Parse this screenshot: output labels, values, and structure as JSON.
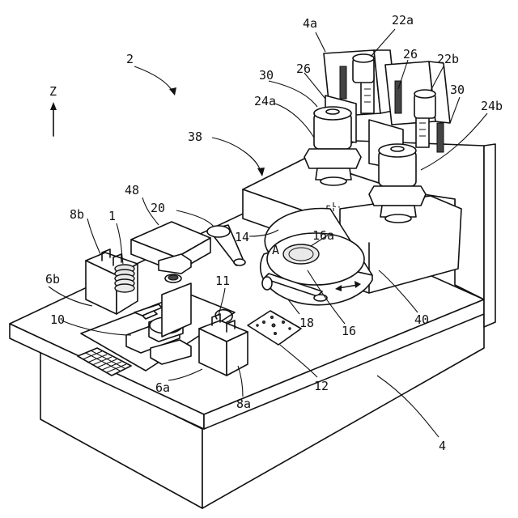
{
  "figure": {
    "labels": {
      "l2": "2",
      "l4": "4",
      "l4a": "4a",
      "l22a": "22a",
      "l26a": "26",
      "l26b": "26",
      "l22b": "22b",
      "l30a": "30",
      "l30b": "30",
      "l24a": "24a",
      "l24b": "24b",
      "l38": "38",
      "l48": "48",
      "l20": "20",
      "l8b": "8b",
      "l1": "1",
      "l14": "14",
      "l16a": "16a",
      "lA": "A",
      "l6b": "6b",
      "l11": "11",
      "l10": "10",
      "l18": "18",
      "l16": "16",
      "l40": "40",
      "l6a": "6a",
      "l12": "12",
      "l8a": "8a"
    },
    "axis": {
      "label": "Z"
    }
  }
}
